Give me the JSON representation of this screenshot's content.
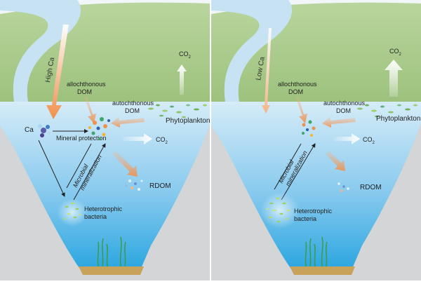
{
  "panels": [
    {
      "id": "high",
      "calcium_arrow_label": "High Ca",
      "calcium_symbol": "Ca",
      "mineral_protection_label": "Mineral protection",
      "allochthonous_label": [
        "allochthonous",
        "DOM"
      ],
      "autochthonous_label": [
        "autochthonous",
        "DOM"
      ],
      "phytoplankton_label": "Phytoplankton",
      "co2_atmosphere": {
        "base": "CO",
        "sub": "2"
      },
      "co2_water": {
        "base": "CO",
        "sub": "2"
      },
      "microbial_label": [
        "Microbial",
        "mineralization"
      ],
      "rdom_label": "RDOM",
      "bacteria_label": [
        "Heterotrophic",
        "bacteria"
      ]
    },
    {
      "id": "low",
      "calcium_arrow_label": "Low Ca",
      "allochthonous_label": [
        "allochthonous",
        "DOM"
      ],
      "autochthonous_label": [
        "autochthonous",
        "DOM"
      ],
      "phytoplankton_label": "Phytoplankton",
      "co2_atmosphere": {
        "base": "CO",
        "sub": "2"
      },
      "co2_water": {
        "base": "CO",
        "sub": "2"
      },
      "microbial_label": [
        "Microbial",
        "mineralization"
      ],
      "rdom_label": "RDOM",
      "bacteria_label": [
        "Heterotrophic",
        "bacteria"
      ]
    }
  ],
  "colors": {
    "land": "#a9c98c",
    "water_top": "#cfe8f6",
    "water_bottom": "#2aa6e0",
    "rock": "#d3d5d6",
    "sediment": "#c9a25a",
    "arrow_orange": "#f08f4a"
  }
}
